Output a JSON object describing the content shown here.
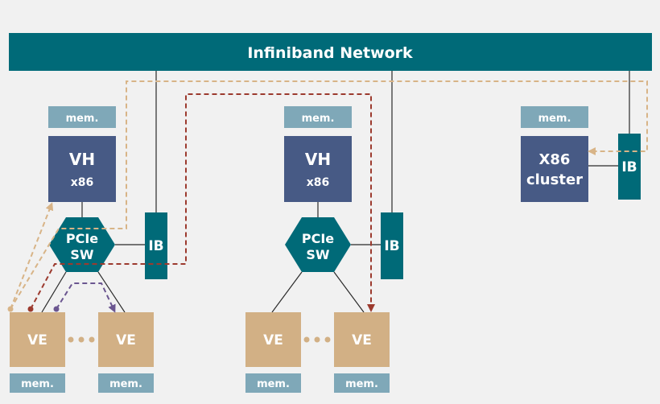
{
  "network": {
    "label": "Infiniband Network"
  },
  "nodes": {
    "mem_label": "mem.",
    "vh_title": "VH",
    "vh_sub": "x86",
    "pcie_line1": "PCIe",
    "pcie_line2": "SW",
    "ib_label": "IB",
    "ve_label": "VE",
    "x86_line1": "X86",
    "x86_line2": "cluster"
  },
  "colors": {
    "background": "#f1f1f1",
    "network_bar": "#006a78",
    "ib_block": "#006a78",
    "pcie_switch": "#006a78",
    "vh_block": "#475a85",
    "mem_block": "#7fa8b8",
    "ve_block": "#d2b085",
    "path_tan": "#d8b487",
    "path_red": "#9c3a2e",
    "path_purple": "#6b5690",
    "wire": "#2a2a2a"
  }
}
